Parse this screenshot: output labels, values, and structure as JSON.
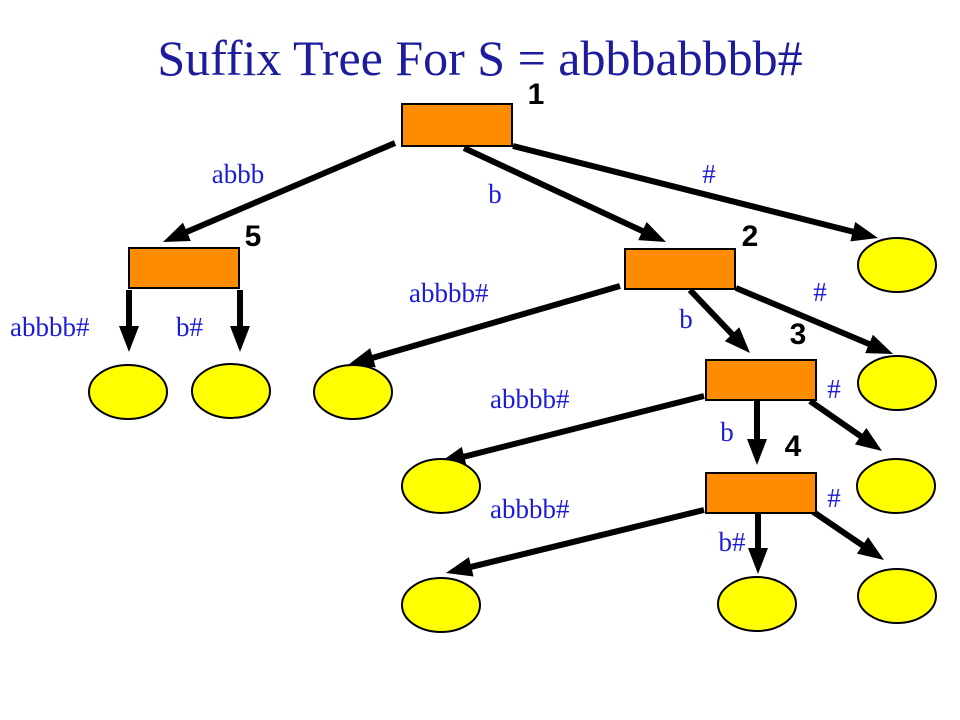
{
  "title": "Suffix Tree For S = abbbabbbb#",
  "colors": {
    "title": "#1c1c9c",
    "edge_label": "#1c1cd8",
    "internal_node_fill": "#ff8c00",
    "leaf_fill": "#ffff00",
    "edge": "#000000",
    "node_number": "#000000"
  },
  "internal_nodes": [
    {
      "id": "n1",
      "number": "1"
    },
    {
      "id": "n5",
      "number": "5"
    },
    {
      "id": "n2",
      "number": "2"
    },
    {
      "id": "n3",
      "number": "3"
    },
    {
      "id": "n4",
      "number": "4"
    }
  ],
  "leaves": [
    "l1",
    "l2",
    "l3",
    "l4",
    "l5",
    "l6",
    "l7",
    "l8",
    "l9",
    "l10"
  ],
  "edges": [
    {
      "from": "n1",
      "to": "n5",
      "label": "abbb"
    },
    {
      "from": "n1",
      "to": "n2",
      "label": "b"
    },
    {
      "from": "n1",
      "to": "l1",
      "label": "#"
    },
    {
      "from": "n5",
      "to": "l2",
      "label": "abbbb#"
    },
    {
      "from": "n5",
      "to": "l3",
      "label": "b#"
    },
    {
      "from": "n2",
      "to": "l4",
      "label": "abbbb#"
    },
    {
      "from": "n2",
      "to": "n3",
      "label": "b"
    },
    {
      "from": "n2",
      "to": "l5",
      "label": "#"
    },
    {
      "from": "n3",
      "to": "l6",
      "label": "abbbb#"
    },
    {
      "from": "n3",
      "to": "n4",
      "label": "b"
    },
    {
      "from": "n3",
      "to": "l7",
      "label": "#"
    },
    {
      "from": "n4",
      "to": "l8",
      "label": "abbbb#"
    },
    {
      "from": "n4",
      "to": "l9",
      "label": "b#"
    },
    {
      "from": "n4",
      "to": "l10",
      "label": "#"
    }
  ]
}
